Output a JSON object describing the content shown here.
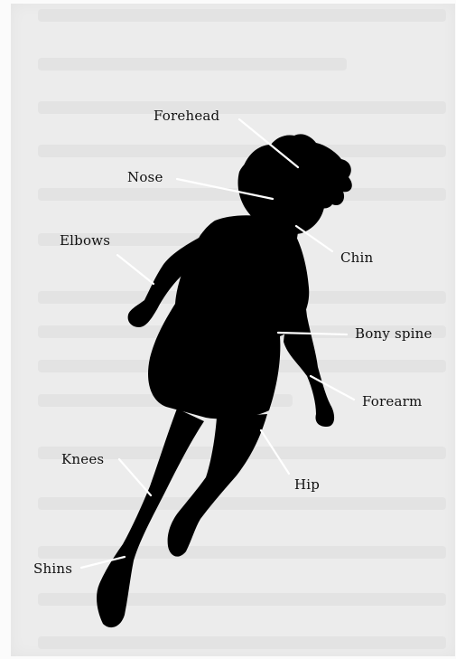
{
  "diagram": {
    "title": "",
    "colors": {
      "paper": "#ececec",
      "silhouette": "#000000",
      "leader_line": "#ffffff",
      "label_text": "#111111"
    },
    "labels": {
      "forehead": "Forehead",
      "nose": "Nose",
      "elbows": "Elbows",
      "chin": "Chin",
      "bony_spine": "Bony spine",
      "forearm": "Forearm",
      "knees": "Knees",
      "hip": "Hip",
      "shins": "Shins"
    }
  }
}
